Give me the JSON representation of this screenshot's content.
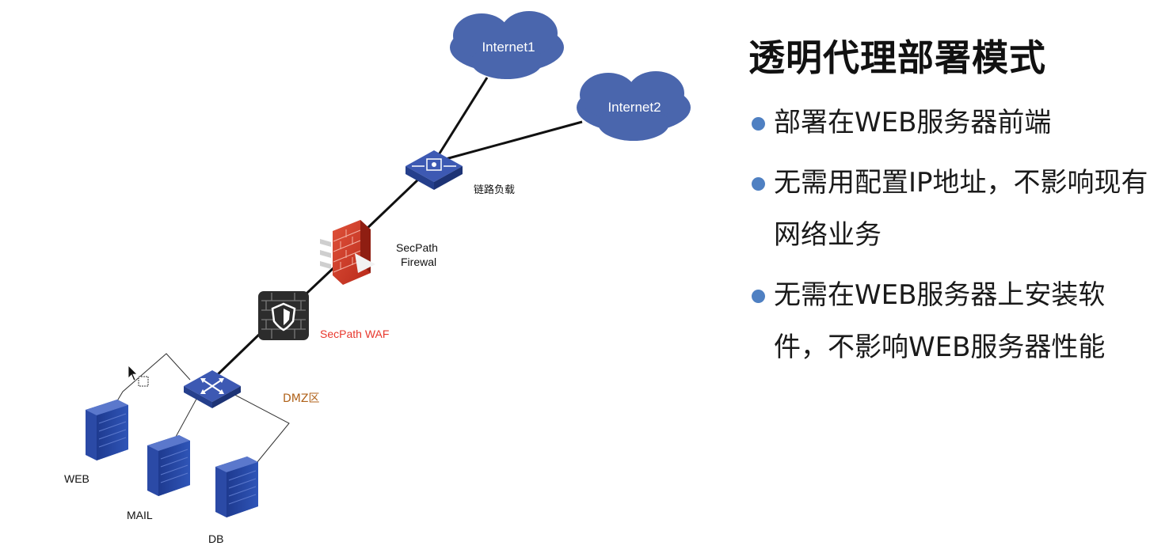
{
  "slide": {
    "title": "透明代理部署模式",
    "bullets": [
      "部署在WEB服务器前端",
      "无需用配置IP地址，不影响现有网络业务",
      "无需在WEB服务器上安装软件，不影响WEB服务器性能"
    ],
    "bullet_color": "#4f80c2"
  },
  "diagram": {
    "clouds": {
      "internet1": "Internet1",
      "internet2": "Internet2"
    },
    "cloud_color": "#4a66ad",
    "link_balancer": {
      "label": "链路负载",
      "icon": "link-load-balancer-icon"
    },
    "firewall": {
      "label_line1": "SecPath",
      "label_line2": "Firewal",
      "icon": "firewall-icon"
    },
    "waf": {
      "label": "SecPath WAF",
      "icon": "waf-shield-icon",
      "label_color": "#e8372c"
    },
    "dmz": {
      "label": "DMZ区",
      "icon": "switch-icon",
      "label_color": "#b0621a"
    },
    "servers": {
      "web": "WEB",
      "mail": "MAIL",
      "db": "DB"
    }
  }
}
